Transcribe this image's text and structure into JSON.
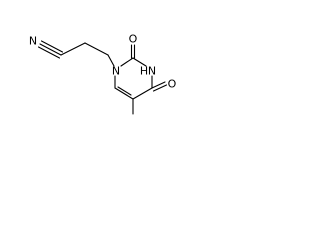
{
  "structure": {
    "atoms": {
      "nitrile_n": "N",
      "ring_n1": "N",
      "ring_n3": "H",
      "ring_n3_n": "N",
      "carbonyl_o2": "O",
      "carbonyl_o4": "O"
    },
    "colors": {
      "bond": "#000000",
      "text": "#000000",
      "background": "#ffffff"
    }
  }
}
